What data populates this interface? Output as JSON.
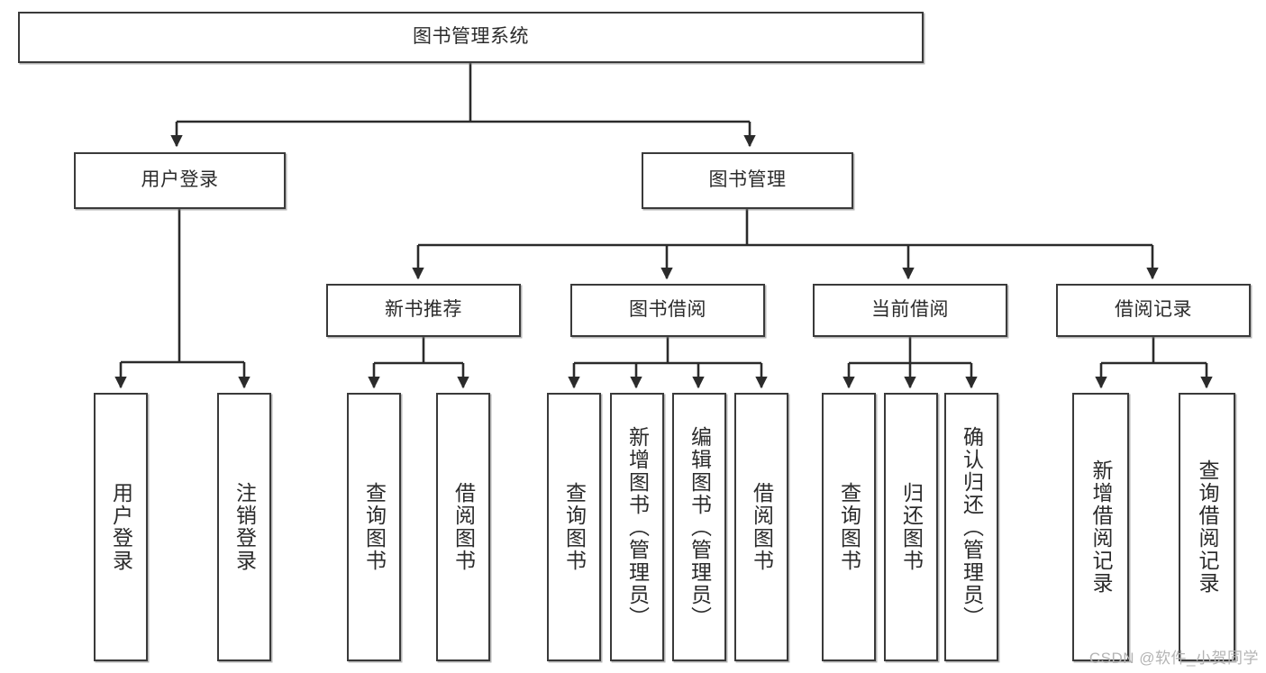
{
  "diagram": {
    "type": "tree-hierarchy",
    "title": "图书管理系统",
    "watermark": "CSDN @软件_小贺同学",
    "colors": {
      "box_border": "#3a3a3a",
      "box_fill": "#ffffff",
      "edge": "#2b2b2b",
      "text": "#2b2b2b",
      "watermark": "#b4b4b4"
    },
    "nodes": {
      "root": {
        "label": "图书管理系统"
      },
      "level2": [
        {
          "id": "user-login",
          "label": "用户登录"
        },
        {
          "id": "book-manage",
          "label": "图书管理"
        }
      ],
      "level3": [
        {
          "id": "new-book-recommend",
          "label": "新书推荐"
        },
        {
          "id": "book-borrow",
          "label": "图书借阅"
        },
        {
          "id": "current-borrow",
          "label": "当前借阅"
        },
        {
          "id": "borrow-record",
          "label": "借阅记录"
        }
      ],
      "leaves": [
        {
          "id": "leaf-user-login",
          "label": "用户登录",
          "parent": "user-login"
        },
        {
          "id": "leaf-logout-login",
          "label": "注销登录",
          "parent": "user-login"
        },
        {
          "id": "leaf-query-book-1",
          "label": "查询图书",
          "parent": "new-book-recommend"
        },
        {
          "id": "leaf-borrow-book-1",
          "label": "借阅图书",
          "parent": "new-book-recommend"
        },
        {
          "id": "leaf-query-book-2",
          "label": "查询图书",
          "parent": "book-borrow"
        },
        {
          "id": "leaf-add-book",
          "label": "新增图书（管理员）",
          "parent": "book-borrow"
        },
        {
          "id": "leaf-edit-book",
          "label": "编辑图书（管理员）",
          "parent": "book-borrow"
        },
        {
          "id": "leaf-borrow-book-2",
          "label": "借阅图书",
          "parent": "book-borrow"
        },
        {
          "id": "leaf-query-book-3",
          "label": "查询图书",
          "parent": "current-borrow"
        },
        {
          "id": "leaf-return-book",
          "label": "归还图书",
          "parent": "current-borrow"
        },
        {
          "id": "leaf-confirm-return",
          "label": "确认归还（管理员）",
          "parent": "current-borrow"
        },
        {
          "id": "leaf-add-record",
          "label": "新增借阅记录",
          "parent": "borrow-record"
        },
        {
          "id": "leaf-query-record",
          "label": "查询借阅记录",
          "parent": "borrow-record"
        }
      ]
    }
  }
}
